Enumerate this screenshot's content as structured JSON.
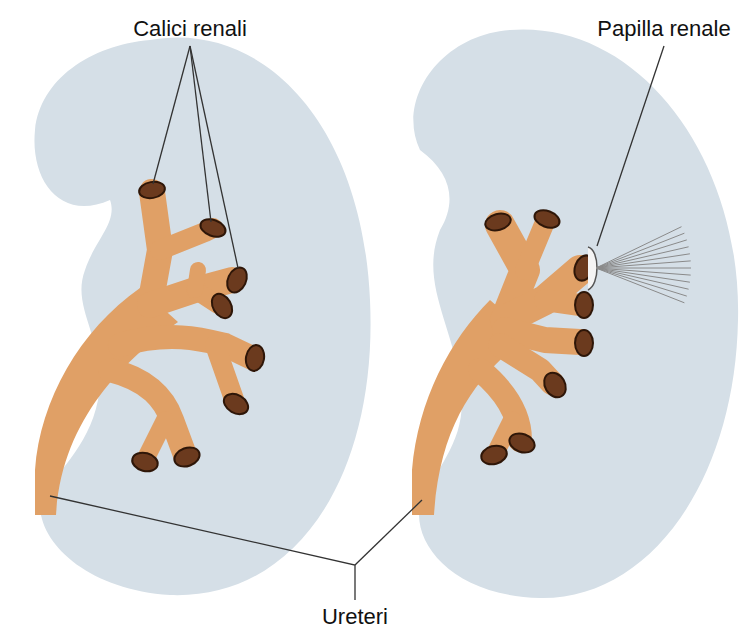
{
  "diagram": {
    "labels": [
      "Calici renali",
      "Papilla renale",
      "Ureteri"
    ]
  }
}
